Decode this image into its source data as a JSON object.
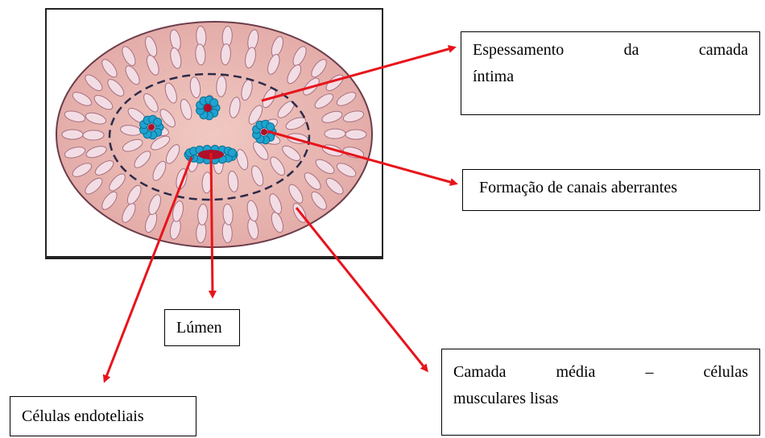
{
  "labels": {
    "intima": {
      "words": [
        "Espessamento",
        "da",
        "camada"
      ],
      "line2": "íntima"
    },
    "canais": "Formação de canais aberrantes",
    "lumen": "Lúmen",
    "endoteliais": "Células endoteliais",
    "media": {
      "words": [
        "Camada",
        "média",
        "–",
        "células"
      ],
      "line2": "musculares lisas"
    }
  },
  "colors": {
    "arrow": "#e8141b",
    "vessel_fill": "#e8b4b0",
    "cell_fill": "#f2dde6",
    "endothelial": "#1fa3cf",
    "lumen": "#b0102a"
  }
}
